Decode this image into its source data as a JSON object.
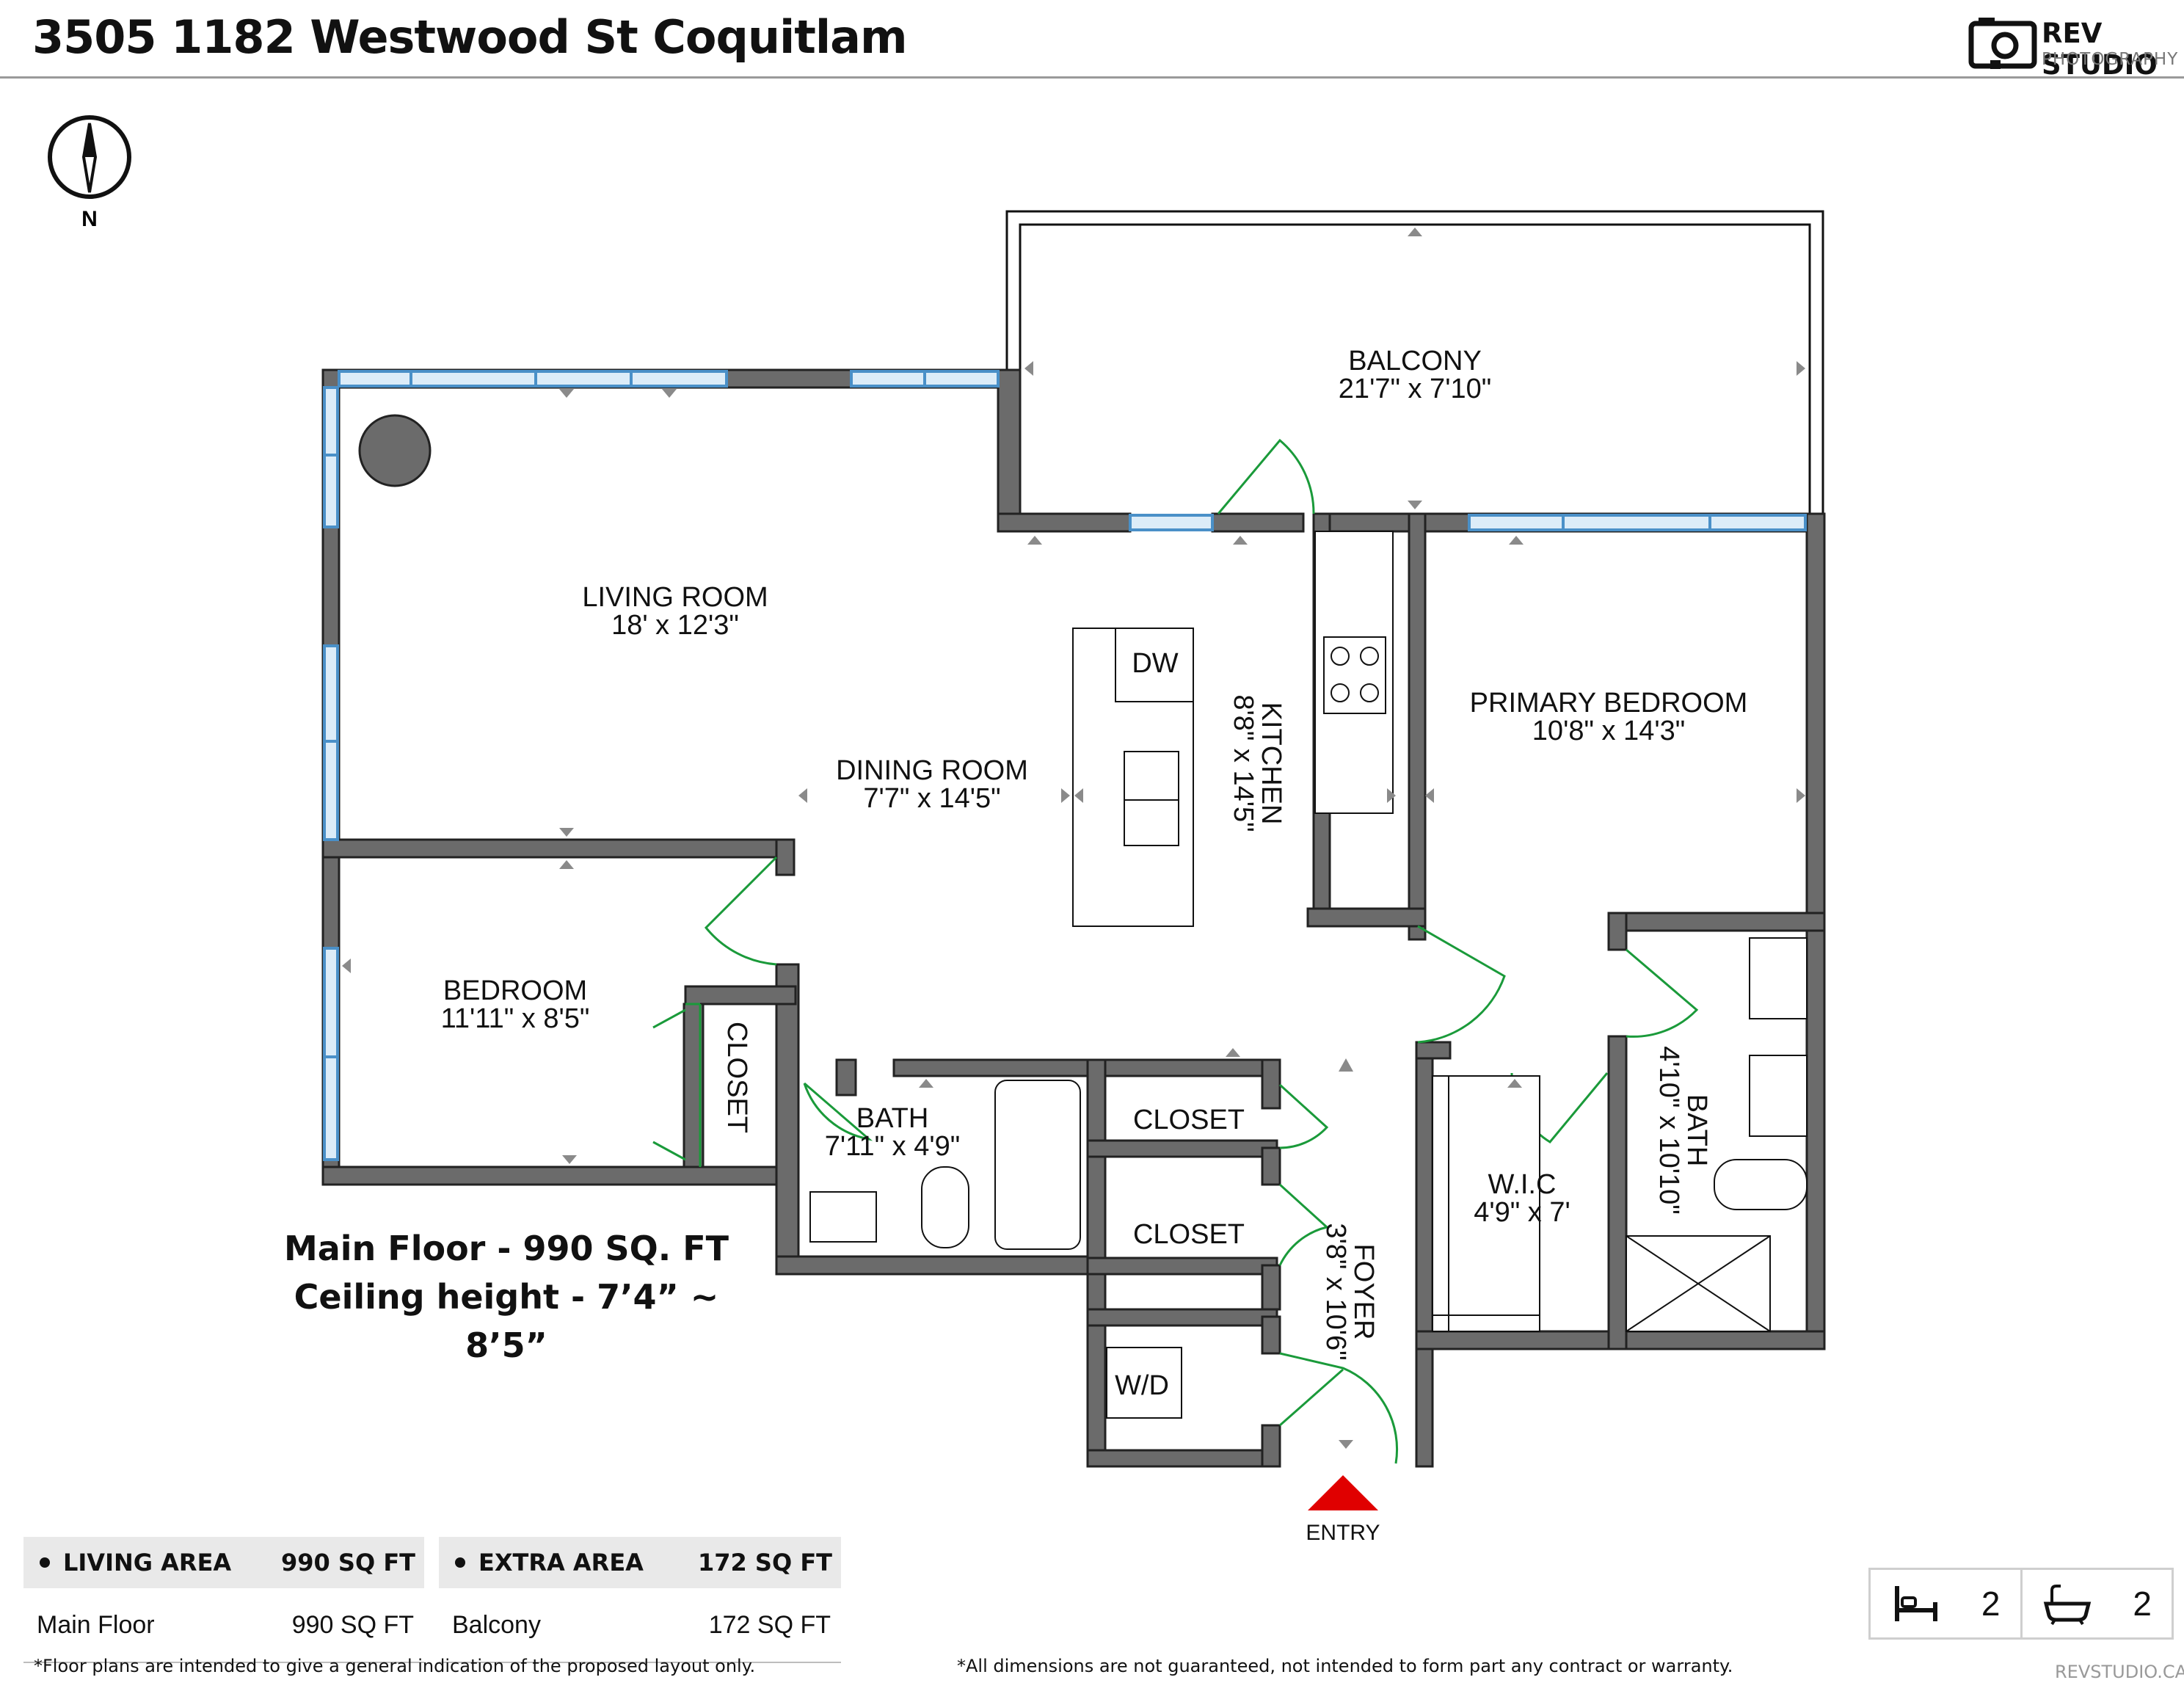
{
  "header": {
    "title": "3505 1182 Westwood St Coquitlam",
    "logo_name": "REV STUDIO",
    "logo_sub": "PHOTOGRAPHY"
  },
  "compass": {
    "label": "N"
  },
  "rooms": {
    "balcony": {
      "name": "BALCONY",
      "dims": "21'7\" x 7'10\""
    },
    "living_room": {
      "name": "LIVING ROOM",
      "dims": "18' x 12'3\""
    },
    "dining_room": {
      "name": "DINING ROOM",
      "dims": "7'7\" x 14'5\""
    },
    "kitchen": {
      "name": "KITCHEN",
      "dims": "8'8\" x 14'5\""
    },
    "primary_bedroom": {
      "name": "PRIMARY BEDROOM",
      "dims": "10'8\" x 14'3\""
    },
    "bedroom": {
      "name": "BEDROOM",
      "dims": "11'11\" x 8'5\""
    },
    "bedroom_closet": {
      "name": "CLOSET"
    },
    "bath": {
      "name": "BATH",
      "dims": "7'11\" x 4'9\""
    },
    "hall_closet_1": {
      "name": "CLOSET"
    },
    "hall_closet_2": {
      "name": "CLOSET"
    },
    "foyer": {
      "name": "FOYER",
      "dims": "3'8\" x 10'6\""
    },
    "laundry": {
      "name": "W/D"
    },
    "wic": {
      "name": "W.I.C",
      "dims": "4'9\" x 7'"
    },
    "ensuite": {
      "name": "BATH",
      "dims": "4'10\" x 10'10\""
    },
    "dishwasher": {
      "name": "DW"
    },
    "entry": {
      "name": "ENTRY"
    }
  },
  "summary": {
    "line1": "Main Floor - 990 SQ. FT",
    "line2": "Ceiling height - 7’4” ~ 8’5”"
  },
  "living_area": {
    "label": "LIVING AREA",
    "total": "990 SQ FT",
    "row_label": "Main Floor",
    "row_value": "990 SQ FT"
  },
  "extra_area": {
    "label": "EXTRA AREA",
    "total": "172 SQ FT",
    "row_label": "Balcony",
    "row_value": "172 SQ FT"
  },
  "counts": {
    "bedrooms": "2",
    "bathrooms": "2",
    "bed_icon": "bed-icon",
    "bath_icon": "bathtub-icon"
  },
  "footer": {
    "left": "*Floor plans are intended to give a general indication of the proposed layout only.",
    "right": "*All dimensions are not guaranteed, not intended to form part any contract or warranty.",
    "site": "REVSTUDIO.CA"
  },
  "colors": {
    "wall": "#6b6b6b",
    "window": "#4a90c8",
    "door": "#1a9a3a",
    "entry_marker": "#e00000"
  }
}
